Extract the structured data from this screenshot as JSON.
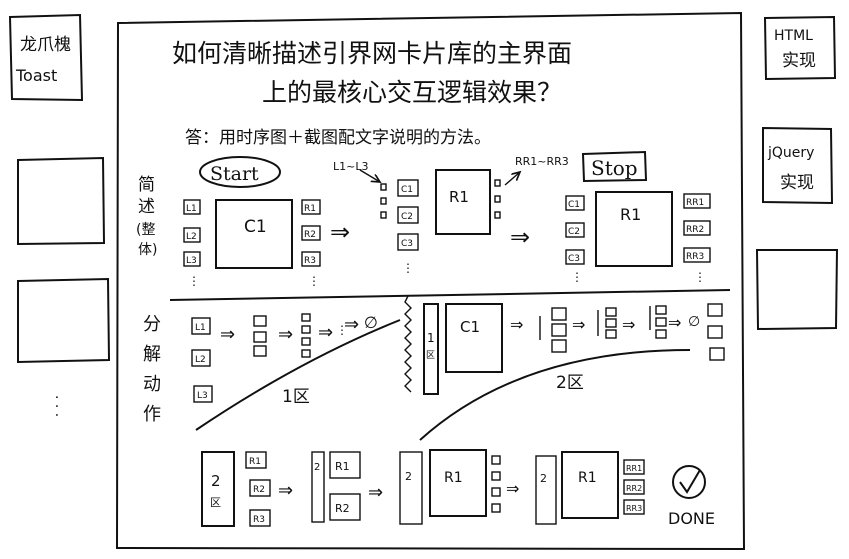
{
  "left_panel": {
    "top_box_text_1": "龙爪槐",
    "top_box_text_2": "Toast",
    "ellipsis": "·  ·  ·"
  },
  "right_panel": {
    "html_box_1": "HTML",
    "html_box_2": "实现",
    "jquery_box_1": "jQuery",
    "jquery_box_2": "实现"
  },
  "main": {
    "title_line_1": "如何清晰描述引界网卡片库的主界面",
    "title_line_2": "上的最核心交互逻辑效果？",
    "answer": "答：用时序图＋截图配文字说明的方法。",
    "start_label": "Start",
    "stop_label": "Stop",
    "section_simple": "简述(整体)",
    "section_decompose": "分解动作",
    "range_left": "L1~L3",
    "range_right": "RR1~RR3",
    "zone1": "1区",
    "zone2": "2区",
    "done": "DONE",
    "labels": {
      "L1": "L1",
      "L2": "L2",
      "L3": "L3",
      "R1": "R1",
      "R2": "R2",
      "R3": "R3",
      "RR1": "RR1",
      "RR2": "RR2",
      "RR3": "RR3",
      "C1": "C1",
      "C2": "C2",
      "C3": "C3",
      "n1": "1",
      "n2": "2",
      "zone": "区",
      "arrow": "⇒",
      "dots": "⋮",
      "empty": "∅"
    }
  }
}
